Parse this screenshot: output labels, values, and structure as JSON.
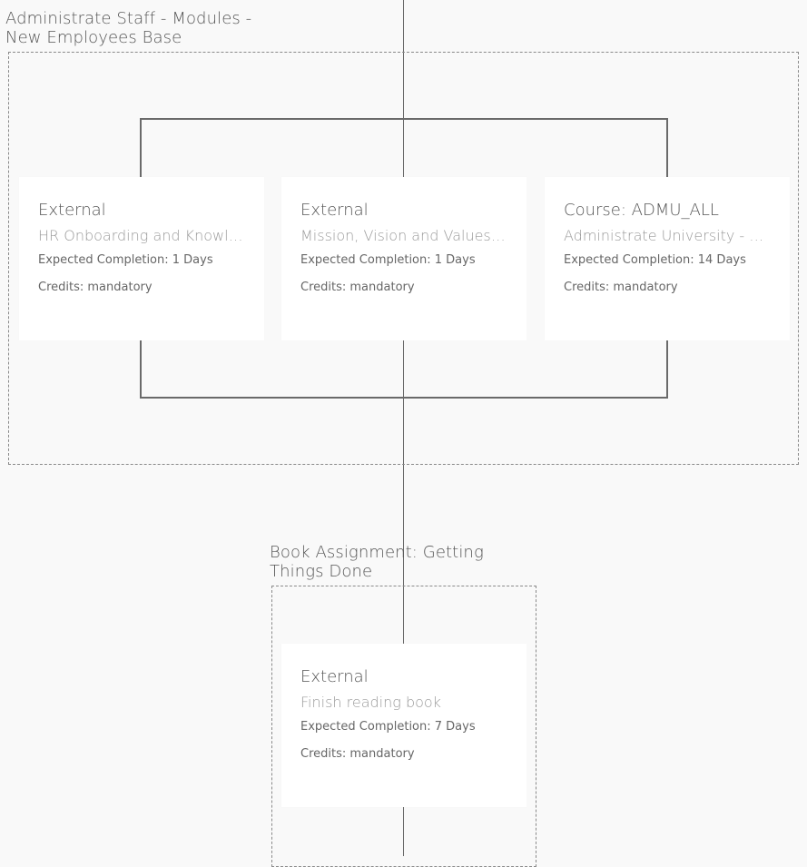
{
  "groups": [
    {
      "title_line1": "Administrate Staff - Modules -",
      "title_line2": "New Employees Base",
      "cards": [
        {
          "type": "External",
          "name": "HR Onboarding and Knowledge Sharing",
          "completion": "Expected Completion: 1 Days",
          "credits": "Credits: mandatory"
        },
        {
          "type": "External",
          "name": "Mission, Vision and Values Training",
          "completion": "Expected Completion: 1 Days",
          "credits": "Credits: mandatory"
        },
        {
          "type": "Course: ADMU_ALL",
          "name": "Administrate University - All Modules",
          "completion": "Expected Completion: 14 Days",
          "credits": "Credits: mandatory"
        }
      ]
    },
    {
      "title_line1": "Book Assignment: Getting",
      "title_line2": "Things Done",
      "cards": [
        {
          "type": "External",
          "name": "Finish reading book",
          "completion": "Expected Completion: 7 Days",
          "credits": "Credits: mandatory"
        }
      ]
    }
  ]
}
